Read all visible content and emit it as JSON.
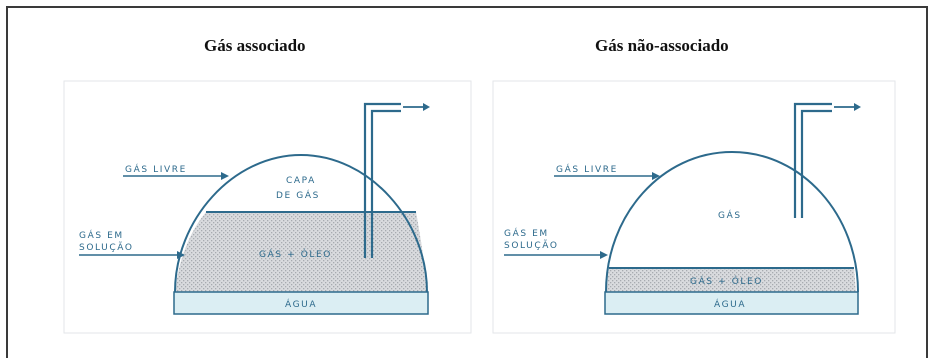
{
  "diagrams": [
    {
      "title": "Gás associado",
      "labels": {
        "free_gas": "GÁS LIVRE",
        "gas_cap_line1": "CAPA",
        "gas_cap_line2": "DE GÁS",
        "dissolved_line1": "GÁS EM",
        "dissolved_line2": "SOLUÇÃO",
        "oil_zone": "GÁS + ÓLEO",
        "water": "ÁGUA"
      }
    },
    {
      "title": "Gás não-associado",
      "labels": {
        "free_gas": "GÁS LIVRE",
        "gas_zone": "GÁS",
        "dissolved_line1": "GÁS EM",
        "dissolved_line2": "SOLUÇÃO",
        "oil_zone": "GÁS + ÓLEO",
        "water": "ÁGUA"
      }
    }
  ],
  "colors": {
    "stroke": "#2d6a8c",
    "water_fill": "#dbeef3",
    "oil_fill": "#d7d9dc",
    "panel_bg": "#ffffff",
    "panel_border": "#dfe3e6"
  }
}
